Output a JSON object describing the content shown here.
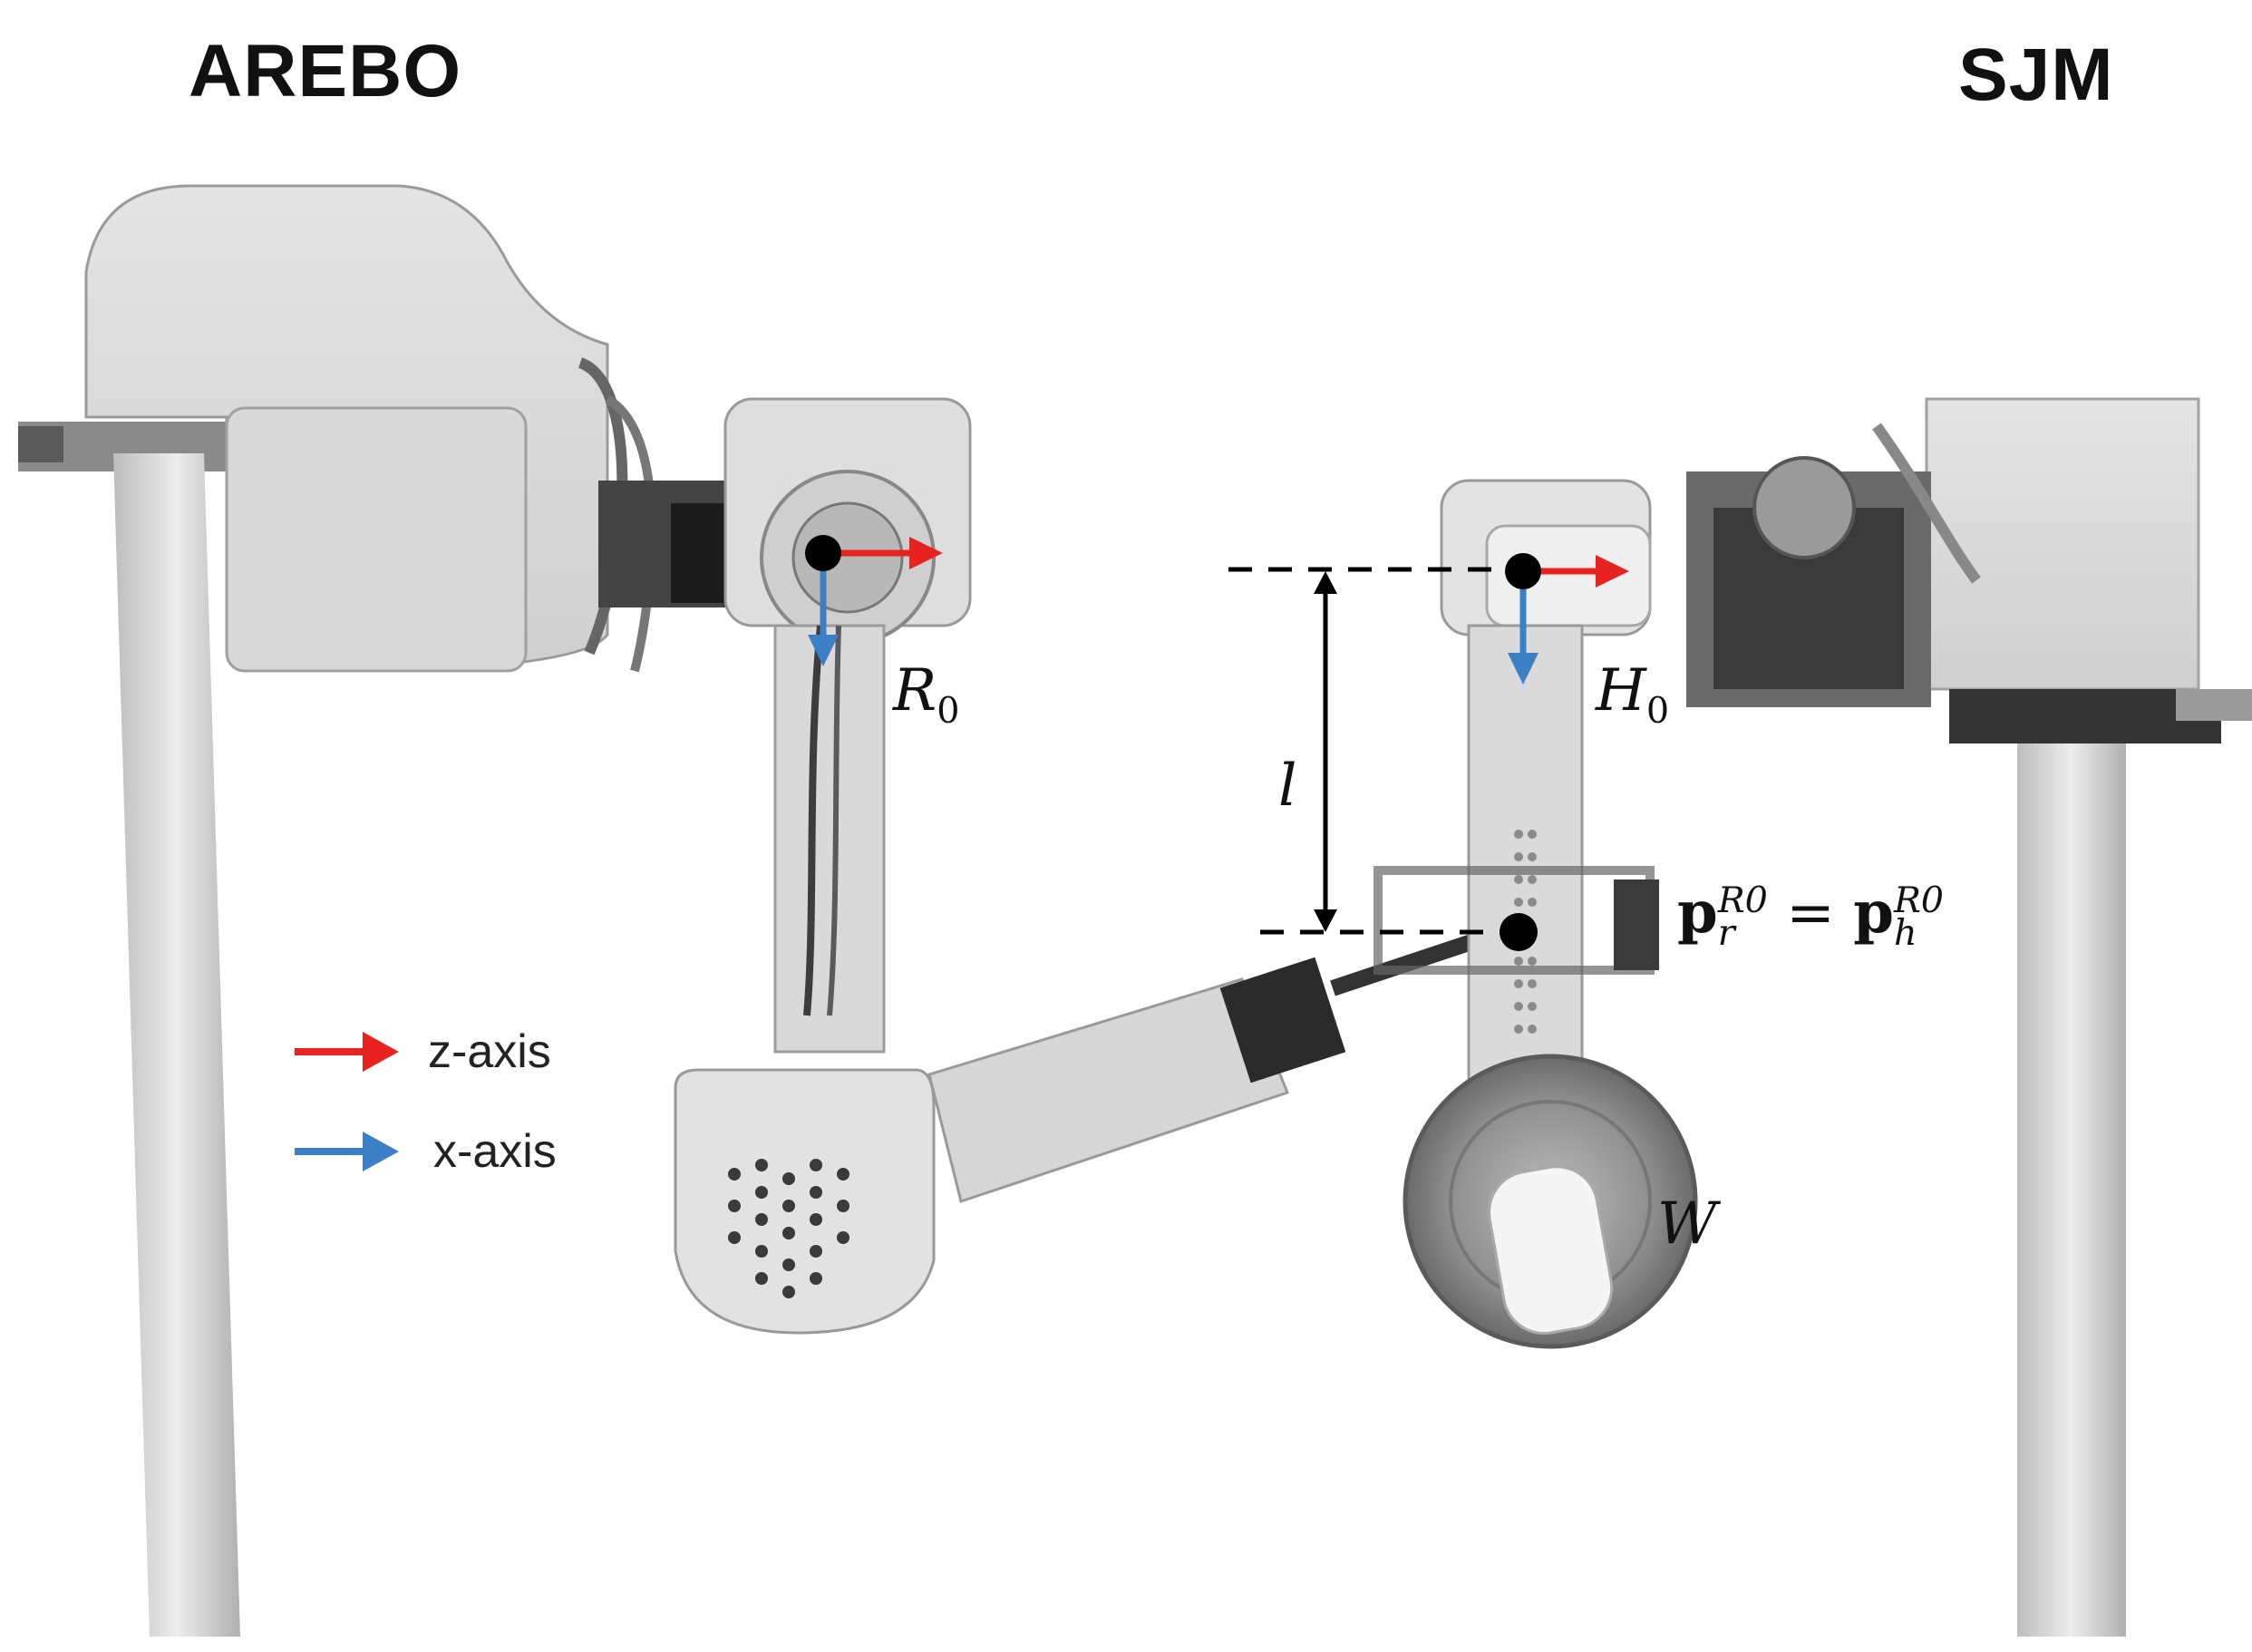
{
  "titles": {
    "left": "AREBO",
    "right": "SJM"
  },
  "legend": {
    "z_label": "z-axis",
    "x_label": "x-axis"
  },
  "colors": {
    "z_axis": "#e8231f",
    "x_axis": "#3b7fc6",
    "dot": "#000000"
  },
  "labels": {
    "robot_frame": "R",
    "robot_frame_sub": "0",
    "human_frame": "H",
    "human_frame_sub": "0",
    "length": "l",
    "weight": "W",
    "equation": {
      "p1": "p",
      "p1_sub": "r",
      "p1_sup": "R0",
      "eq": "=",
      "p2": "p",
      "p2_sub": "h",
      "p2_sup": "R0"
    }
  }
}
